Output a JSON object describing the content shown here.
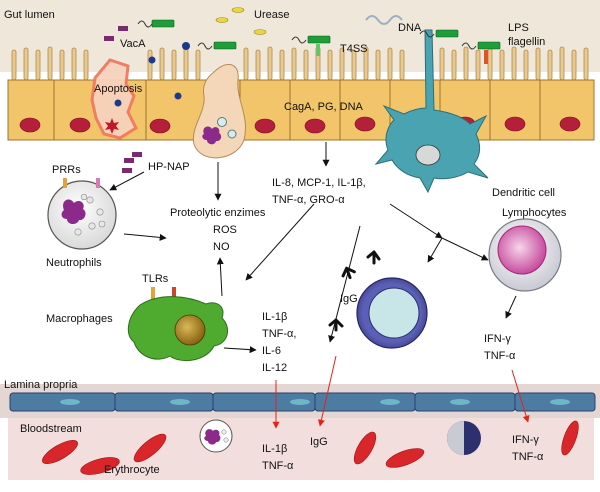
{
  "labels": {
    "gut_lumen": "Gut lumen",
    "urease": "Urease",
    "dna_top": "DNA",
    "lps": "LPS",
    "flagellin": "flagellin",
    "vaca": "VacA",
    "t4ss": "T4SS",
    "apoptosis": "Apoptosis",
    "cagA": "CagA, PG, DNA",
    "hp_nap": "HP-NAP",
    "prrs": "PRRs",
    "neutrophils": "Neutrophils",
    "proteolytic": "Proteolytic enzimes",
    "ros": "ROS",
    "no": "NO",
    "cytokines_1": "IL-8, MCP-1, IL-1β,",
    "cytokines_2": "TNF-α, GRO-α",
    "dendritic": "Dendritic cell",
    "lymphocytes": "Lymphocytes",
    "tlrs": "TLRs",
    "macrophages": "Macrophages",
    "mac_cyt_1": "IL-1β",
    "mac_cyt_2": "TNF-α,",
    "mac_cyt_3": "IL-6",
    "mac_cyt_4": "IL-12",
    "igg": "IgG",
    "lym_cyt_1": "IFN-γ",
    "lym_cyt_2": "TNF-α",
    "lamina": "Lamina propria",
    "bloodstream": "Bloodstream",
    "erythrocyte": "Erythrocyte",
    "blood_il1b": "IL-1β",
    "blood_tnfa": "TNF-α",
    "blood_igg": "IgG",
    "blood_ifng": "IFN-γ",
    "blood_tnfa2": "TNF-α"
  },
  "colors": {
    "lumen": "#efe7da",
    "villi": "#e9c98e",
    "epithelium": "#f3c56a",
    "nucleus": "#b4203a",
    "bacteria": "#1f9d3a",
    "vaca": "#7a2a6e",
    "bloodstream": "#f3dede",
    "erythrocyte": "#d8262a",
    "macrophage": "#4fab2f",
    "dendritic": "#4aa3b1",
    "arrow_red": "#e0241b"
  }
}
